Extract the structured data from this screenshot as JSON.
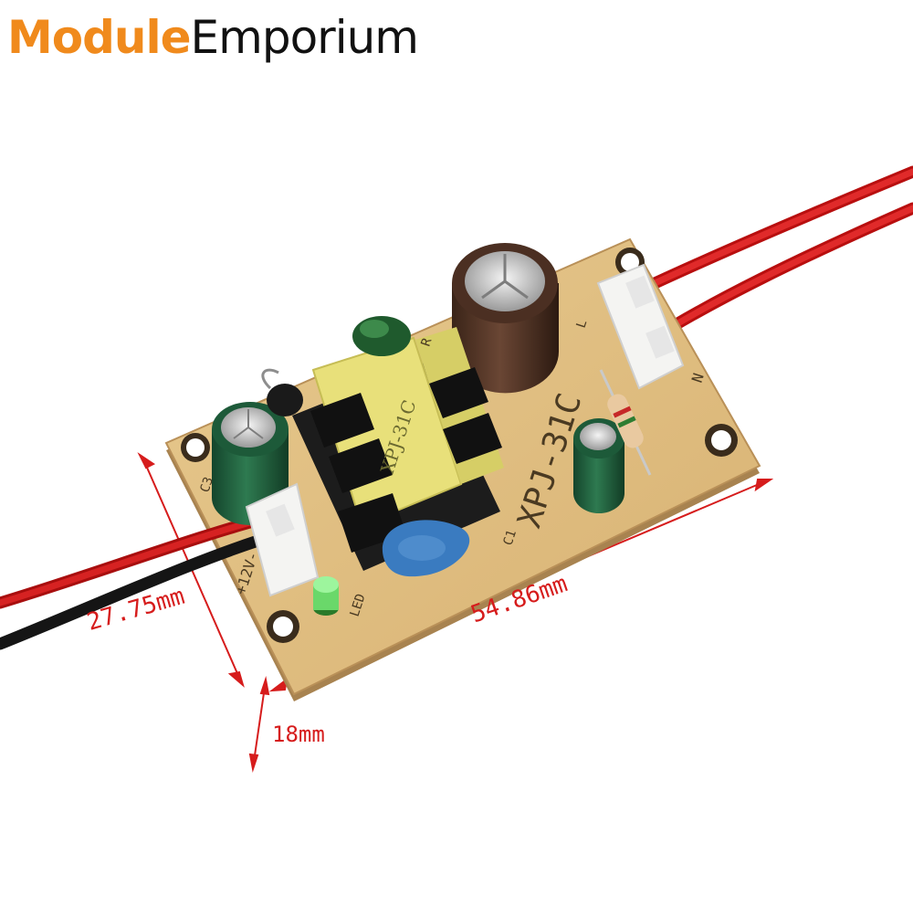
{
  "brand": {
    "part1": "Module",
    "part2": "Emporium",
    "accent_color": "#f08a1c"
  },
  "dimensions": {
    "width": "54.86mm",
    "height": "27.75mm",
    "thickness": "18mm",
    "color": "#d61c1c"
  },
  "board_text": {
    "model": "XPJ-31C",
    "transformer_model": "XPJ-31C",
    "output_label": "+12V-",
    "led_label": "LED",
    "c3_label": "C3",
    "c1_label": "C1",
    "n_label": "N",
    "l_label": "L",
    "r_label": "R"
  }
}
